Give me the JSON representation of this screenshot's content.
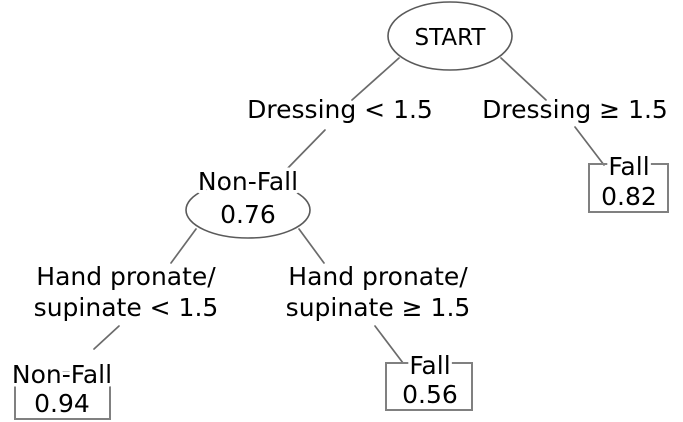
{
  "diagram": {
    "type": "decision-tree",
    "title": "",
    "colors": {
      "background": "#ffffff",
      "node_stroke": "#5a5a5a",
      "leaf_stroke": "#808080",
      "edge_stroke": "#6b6b6b",
      "text": "#000000"
    },
    "nodes": {
      "root": {
        "id": "start",
        "shape": "ellipse",
        "label": "START"
      },
      "decision_nonfall": {
        "id": "non-fall-076",
        "shape": "ellipse",
        "label": "Non-Fall",
        "value": "0.76"
      },
      "leaf_fall_082": {
        "id": "fall-082",
        "shape": "box",
        "label": "Fall",
        "value": "0.82"
      },
      "leaf_nonfall_094": {
        "id": "non-fall-094",
        "shape": "box",
        "label": "Non-Fall",
        "value": "0.94"
      },
      "leaf_fall_056": {
        "id": "fall-056",
        "shape": "box",
        "label": "Fall",
        "value": "0.56"
      }
    },
    "edge_labels": {
      "dressing_lt": "Dressing < 1.5",
      "dressing_gte": "Dressing ≥ 1.5",
      "hand_lt_line1": "Hand pronate/",
      "hand_lt_line2": "supinate < 1.5",
      "hand_gte_line1": "Hand pronate/",
      "hand_gte_line2": "supinate  ≥ 1.5"
    }
  }
}
